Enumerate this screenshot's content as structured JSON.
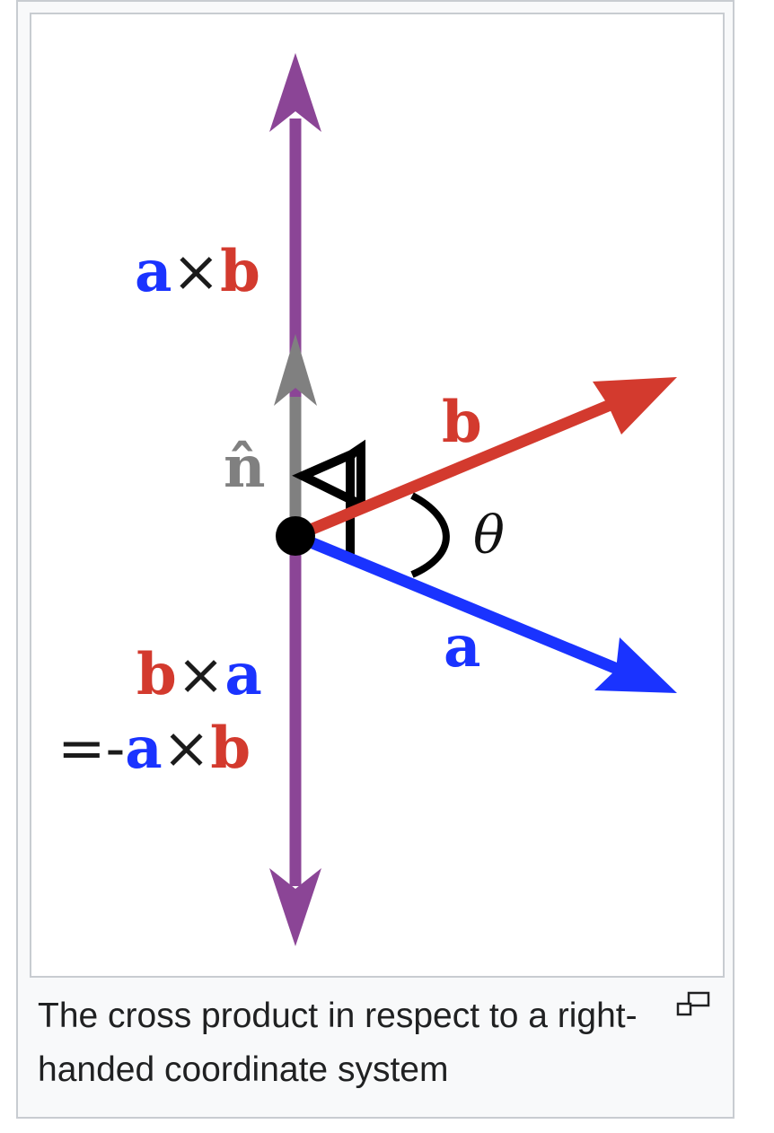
{
  "figure": {
    "caption": "The cross product in respect to a right-handed coordinate system",
    "labels": {
      "axb_a": "a",
      "axb_times": "×",
      "axb_b": "b",
      "n_hat": "n̂",
      "b_vector": "b",
      "a_vector": "a",
      "theta": "θ",
      "bxa_b": "b",
      "bxa_times": "×",
      "bxa_a": "a",
      "neg_prefix": "=-",
      "neg_a": "a",
      "neg_times": "×",
      "neg_b": "b"
    },
    "colors": {
      "vector_a": "#1a33ff",
      "vector_b": "#d33a2e",
      "cross_axis": "#8b4596",
      "normal_unit": "#808080",
      "text": "#202122"
    },
    "icons": {
      "magnify": "magnify-icon"
    }
  }
}
